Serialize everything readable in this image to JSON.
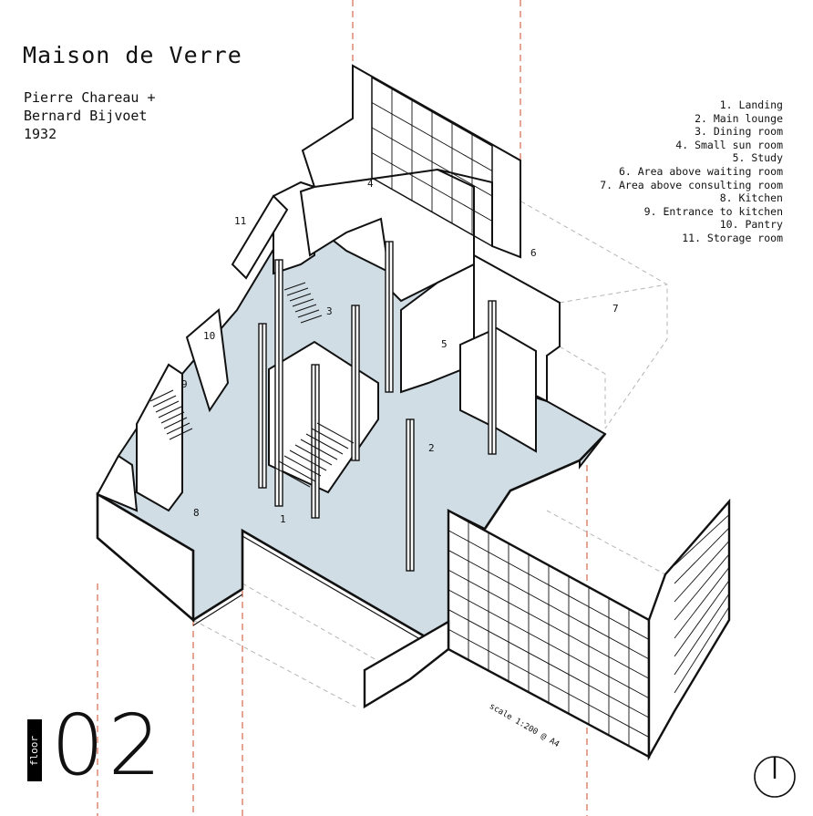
{
  "title": "Maison de Verre",
  "architects": [
    "Pierre Chareau +",
    "Bernard Bijvoet",
    "1932"
  ],
  "legend": [
    "1. Landing",
    "2. Main lounge",
    "3. Dining room",
    "4. Small sun room",
    "5. Study",
    "6. Area above waiting room",
    "7. Area above consulting room",
    "8. Kitchen",
    "9. Entrance to kitchen",
    "10. Pantry",
    "11. Storage room"
  ],
  "room_numbers": [
    "1",
    "2",
    "3",
    "4",
    "5",
    "6",
    "7",
    "8",
    "9",
    "10",
    "11"
  ],
  "floor_label": "floor",
  "floor_number": "02",
  "scale_note": "scale 1:200 @ A4",
  "colors": {
    "floor_fill": "#d0dde5",
    "line": "#111111",
    "grid_dash": "#d9735a",
    "ghost": "#b5b5b5"
  }
}
